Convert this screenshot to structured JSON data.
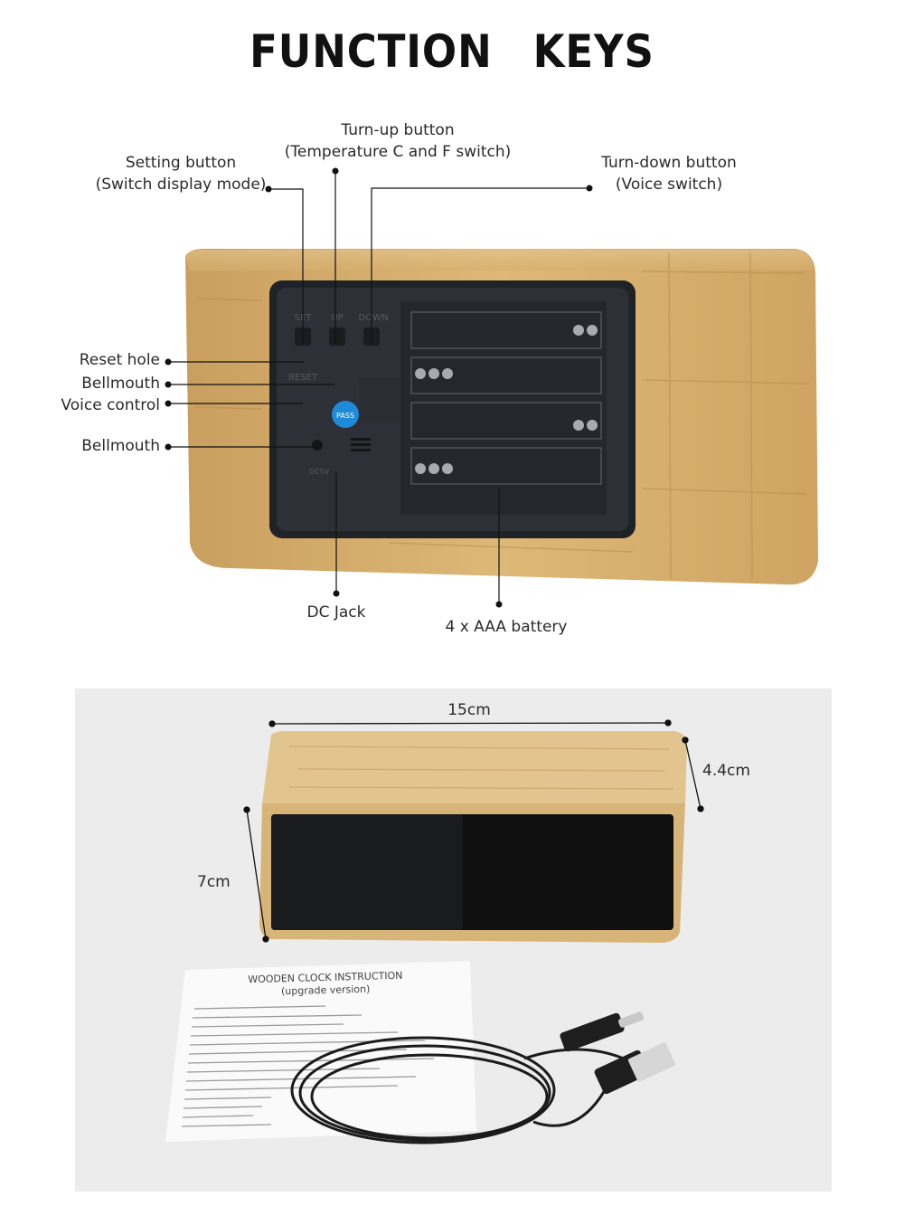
{
  "title": {
    "word1": "FUNCTION",
    "word2": "KEYS"
  },
  "callouts": {
    "turn_up": {
      "line1": "Turn-up button",
      "line2": "(Temperature C and F switch)"
    },
    "setting": {
      "line1": "Setting button",
      "line2": "(Switch display mode)"
    },
    "turn_down": {
      "line1": "Turn-down button",
      "line2": "(Voice switch)"
    },
    "reset_hole": "Reset hole",
    "bellmouth_1": "Bellmouth",
    "voice_control": "Voice control",
    "bellmouth_2": "Bellmouth",
    "dc_jack": "DC Jack",
    "battery": "4 x AAA battery"
  },
  "panel_markings": {
    "set": "SET",
    "up": "UP",
    "down": "DOWN",
    "reset": "RESET",
    "pass": "PASS",
    "dc": "DC5V"
  },
  "dimensions": {
    "width": "15cm",
    "depth": "4.4cm",
    "height": "7cm"
  },
  "manual": {
    "title": "WOODEN CLOCK INSTRUCTION",
    "subtitle": "(upgrade version)"
  },
  "colors": {
    "wood": "#d9b57a",
    "panel": "#2b2e33",
    "background": "#ececec"
  }
}
